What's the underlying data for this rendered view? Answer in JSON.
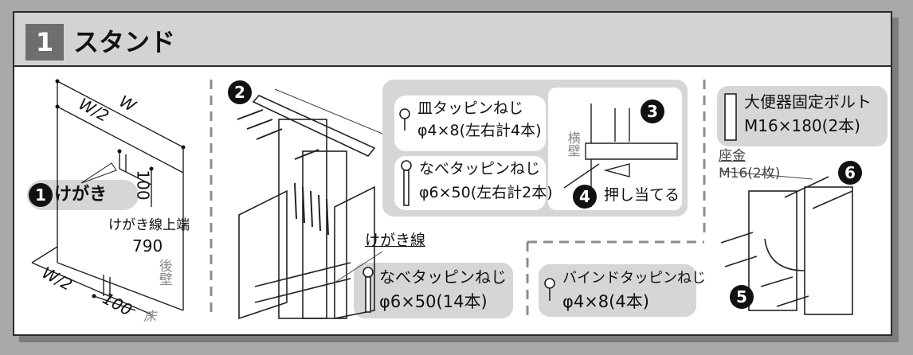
{
  "section": {
    "number": "1",
    "title": "スタンド"
  },
  "marking": {
    "step": "1",
    "label": "けがき",
    "dim_w": "W",
    "dim_w2_top": "W/2",
    "dim_100_side": "100",
    "line_top_label": "けがき線上端",
    "line_top_value": "790",
    "dim_w2_bottom": "W/2",
    "dim_100_bottom": "100",
    "rear_wall": "後壁",
    "floor": "床"
  },
  "steps": {
    "s2": "2",
    "s3": "3",
    "s4": "4",
    "s5": "5",
    "s6": "6"
  },
  "screw_flat": {
    "name": "皿タッピンねじ",
    "spec": "φ4×8(左右計4本)"
  },
  "screw_pan_side": {
    "name": "なべタッピンねじ",
    "spec": "φ6×50(左右計2本)"
  },
  "side_wall": "横壁",
  "press_label": "押し当てる",
  "marking_line": "けがき線",
  "screw_pan_14": {
    "name": "なべタッピンねじ",
    "spec": "φ6×50(14本)"
  },
  "screw_bind": {
    "name": "バインドタッピンねじ",
    "spec": "φ4×8(4本)"
  },
  "bolt": {
    "name": "大便器固定ボルト",
    "spec": "M16×180(2本)"
  },
  "washer": {
    "name": "座金",
    "spec": "M16(2枚)"
  },
  "colors": {
    "header_bg": "#d3d3d3",
    "number_bg": "#6e6e6e",
    "bubble_bg": "#d6d6d6"
  }
}
